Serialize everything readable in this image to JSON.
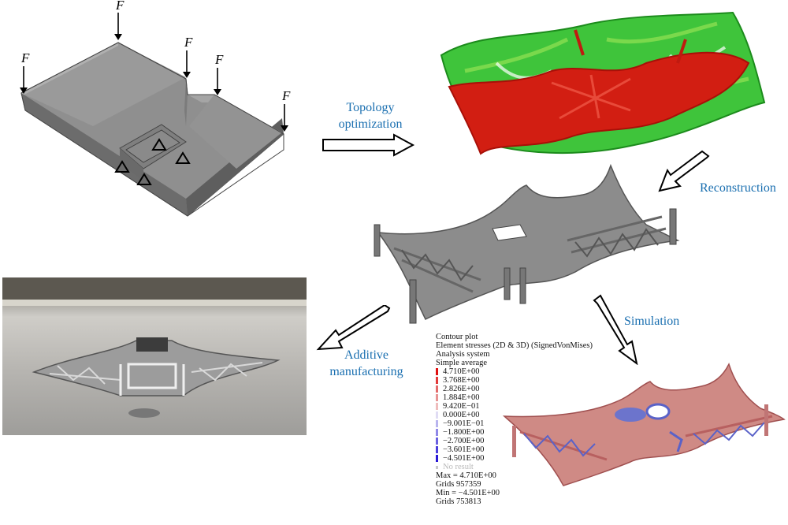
{
  "force_label": "F",
  "steps": {
    "topology": [
      "Topology",
      "optimization"
    ],
    "reconstruction": "Reconstruction",
    "simulation": "Simulation",
    "additive": [
      "Additive",
      "manufacturing"
    ]
  },
  "contour": {
    "title": "Contour plot",
    "line2": "Element stresses (2D & 3D) (SignedVonMises)",
    "line3": "Analysis system",
    "line4": "Simple average",
    "levels": [
      {
        "value": "4.710E+00",
        "color": "#e01010"
      },
      {
        "value": "3.768E+00",
        "color": "#e23a3a"
      },
      {
        "value": "2.826E+00",
        "color": "#e46a6a"
      },
      {
        "value": "1.884E+00",
        "color": "#e89494"
      },
      {
        "value": "9.420E−01",
        "color": "#efbcbc"
      },
      {
        "value": "0.000E+00",
        "color": "#e0dcf4"
      },
      {
        "value": "−9.001E−01",
        "color": "#b8b4ee"
      },
      {
        "value": "−1.800E+00",
        "color": "#8f88e8"
      },
      {
        "value": "−2.700E+00",
        "color": "#6a60e0"
      },
      {
        "value": "−3.601E+00",
        "color": "#4a3ddc"
      },
      {
        "value": "−4.501E+00",
        "color": "#2a18d6"
      }
    ],
    "no_result": "No result",
    "max": "Max = 4.710E+00",
    "grids_max": "Grids  957359",
    "min": "Min = −4.501E+00",
    "grids_min": "Grids  753813"
  }
}
